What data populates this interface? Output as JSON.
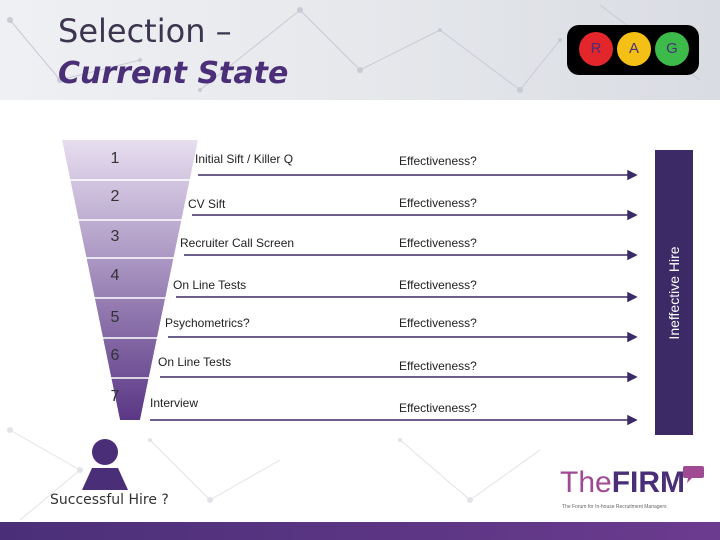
{
  "header": {
    "title_line1": "Selection –",
    "title_line2": "Current State"
  },
  "rag": {
    "r": "R",
    "a": "A",
    "g": "G",
    "colors": {
      "r": "#e3262b",
      "a": "#f5c016",
      "g": "#3dbb4a"
    }
  },
  "stages": [
    {
      "num": "1",
      "label": "Initial Sift / Killer Q",
      "effectiveness": "Effectiveness?"
    },
    {
      "num": "2",
      "label": "CV Sift",
      "effectiveness": "Effectiveness?"
    },
    {
      "num": "3",
      "label": "Recruiter Call Screen",
      "effectiveness": "Effectiveness?"
    },
    {
      "num": "4",
      "label": "On Line Tests",
      "effectiveness": "Effectiveness?"
    },
    {
      "num": "5",
      "label": "Psychometrics?",
      "effectiveness": "Effectiveness?"
    },
    {
      "num": "6",
      "label": "On Line Tests",
      "effectiveness": "Effectiveness?"
    },
    {
      "num": "7",
      "label": "Interview",
      "effectiveness": "Effectiveness?"
    }
  ],
  "ineffective_label": "Ineffective Hire",
  "successful_label": "Successful Hire ?",
  "logo": {
    "the": "The",
    "firm": "FIRM",
    "tagline": "The Forum for In-house Recruitment Managers"
  },
  "colors": {
    "brand_purple": "#4a2f78",
    "arrow": "#3b2a66",
    "funnel_top": "#e7def0",
    "funnel_bottom": "#5a3785"
  }
}
